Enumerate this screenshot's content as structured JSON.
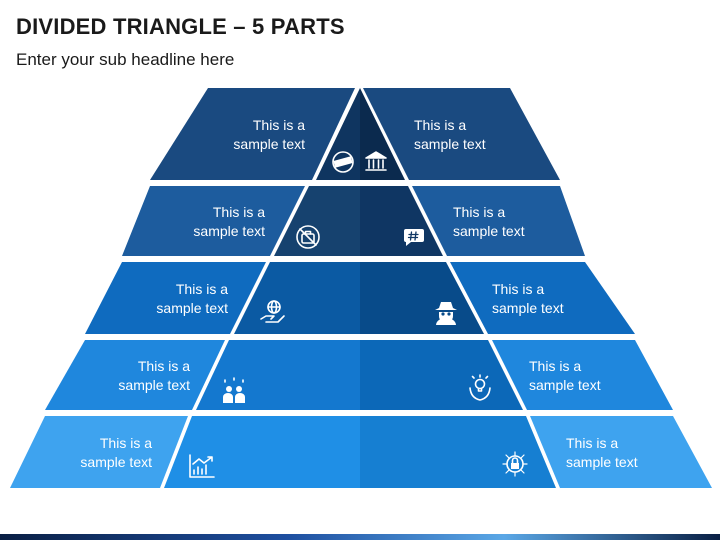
{
  "header": {
    "title": "DIVIDED TRIANGLE – 5 PARTS",
    "subtitle": "Enter your sub headline here"
  },
  "colors": {
    "row1_side": "#1a4a80",
    "row2_side": "#1d5c9e",
    "row3_side": "#0f6bbf",
    "row4_side": "#1f87dd",
    "row5_side": "#3ea3ef",
    "row1_inner_left": "#0f3560",
    "row1_inner_right": "#0b2a4e",
    "row2_inner_left": "#16426f",
    "row2_inner_right": "#0f3663",
    "row3_inner_left": "#0b5aa3",
    "row3_inner_right": "#084b8a",
    "row4_inner_left": "#1478cf",
    "row4_inner_right": "#0c68b8",
    "row5_inner_left": "#1f8fe6",
    "row5_inner_right": "#167fd2"
  },
  "rows": [
    {
      "left_line1": "This is a",
      "left_line2": "sample text",
      "right_line1": "This is a",
      "right_line2": "sample text",
      "left_icon": "sold-stamp-icon",
      "right_icon": "bank-icon"
    },
    {
      "left_line1": "This is a",
      "left_line2": "sample text",
      "right_line1": "This is a",
      "right_line2": "sample text",
      "left_icon": "no-briefcase-icon",
      "right_icon": "hashtag-chat-icon"
    },
    {
      "left_line1": "This is a",
      "left_line2": "sample text",
      "right_line1": "This is a",
      "right_line2": "sample text",
      "left_icon": "globe-hand-icon",
      "right_icon": "spy-icon"
    },
    {
      "left_line1": "This is a",
      "left_line2": "sample text",
      "right_line1": "This is a",
      "right_line2": "sample text",
      "left_icon": "team-icon",
      "right_icon": "idea-hand-icon"
    },
    {
      "left_line1": "This is a",
      "left_line2": "sample text",
      "right_line1": "This is a",
      "right_line2": "sample text",
      "left_icon": "growth-chart-icon",
      "right_icon": "cyber-lock-icon"
    }
  ]
}
